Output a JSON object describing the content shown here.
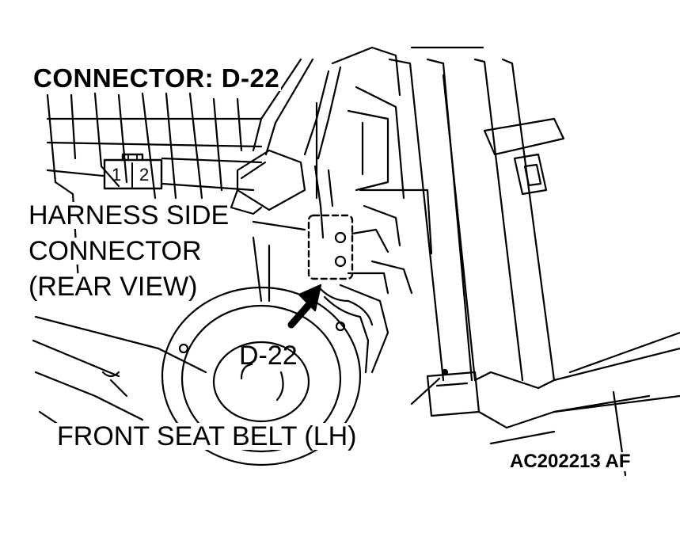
{
  "title": "CONNECTOR: D-22",
  "harness_label": {
    "line1": "HARNESS SIDE",
    "line2": "CONNECTOR",
    "line3": "(REAR VIEW)"
  },
  "connector_pins": [
    "1",
    "2"
  ],
  "connector_id_label": "D-22",
  "component_label": "FRONT SEAT BELT (LH)",
  "figure_code": "AC202213 AF"
}
